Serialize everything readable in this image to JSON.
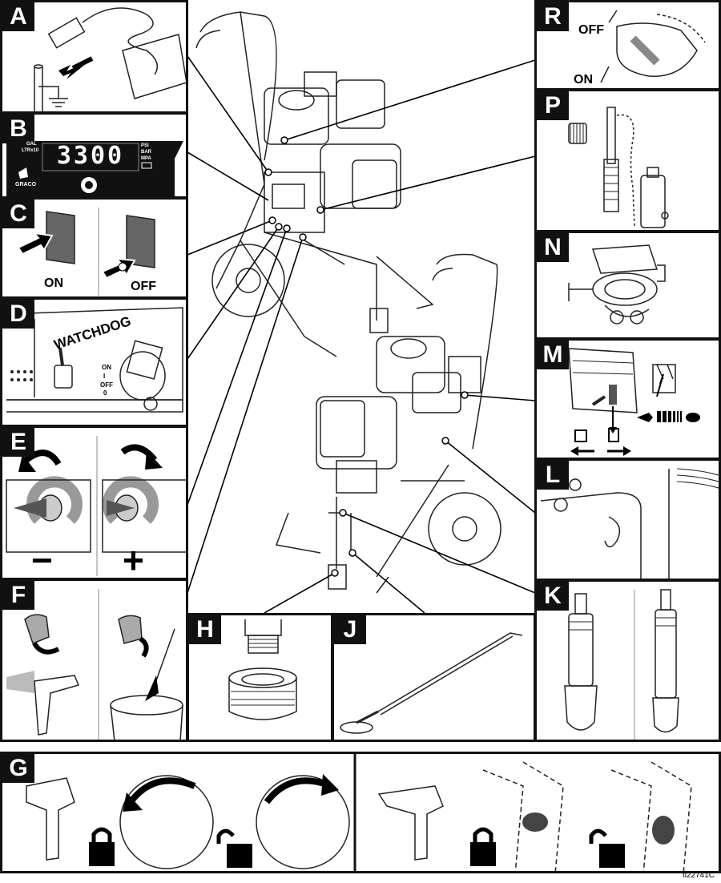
{
  "panels": {
    "A": "A",
    "B": "B",
    "C": "C",
    "D": "D",
    "E": "E",
    "F": "F",
    "G": "G",
    "H": "H",
    "J": "J",
    "K": "K",
    "L": "L",
    "M": "M",
    "N": "N",
    "P": "P",
    "R": "R"
  },
  "display": {
    "reading": "3300",
    "units_left": [
      "GAL",
      "LTRx10"
    ],
    "units_right": [
      "PSI",
      "BAR",
      "MPA"
    ],
    "brand": "GRACO"
  },
  "switch": {
    "on_label": "ON",
    "off_label": "OFF"
  },
  "watchdog": {
    "title": "WATCHDOG",
    "on": "ON",
    "mid": "I",
    "off": "OFF",
    "zero": "0"
  },
  "pressure": {
    "decrease": "−",
    "increase": "+"
  },
  "engine_switch": {
    "off_label": "OFF",
    "on_label": "ON"
  },
  "figure_id": "ti22741C"
}
